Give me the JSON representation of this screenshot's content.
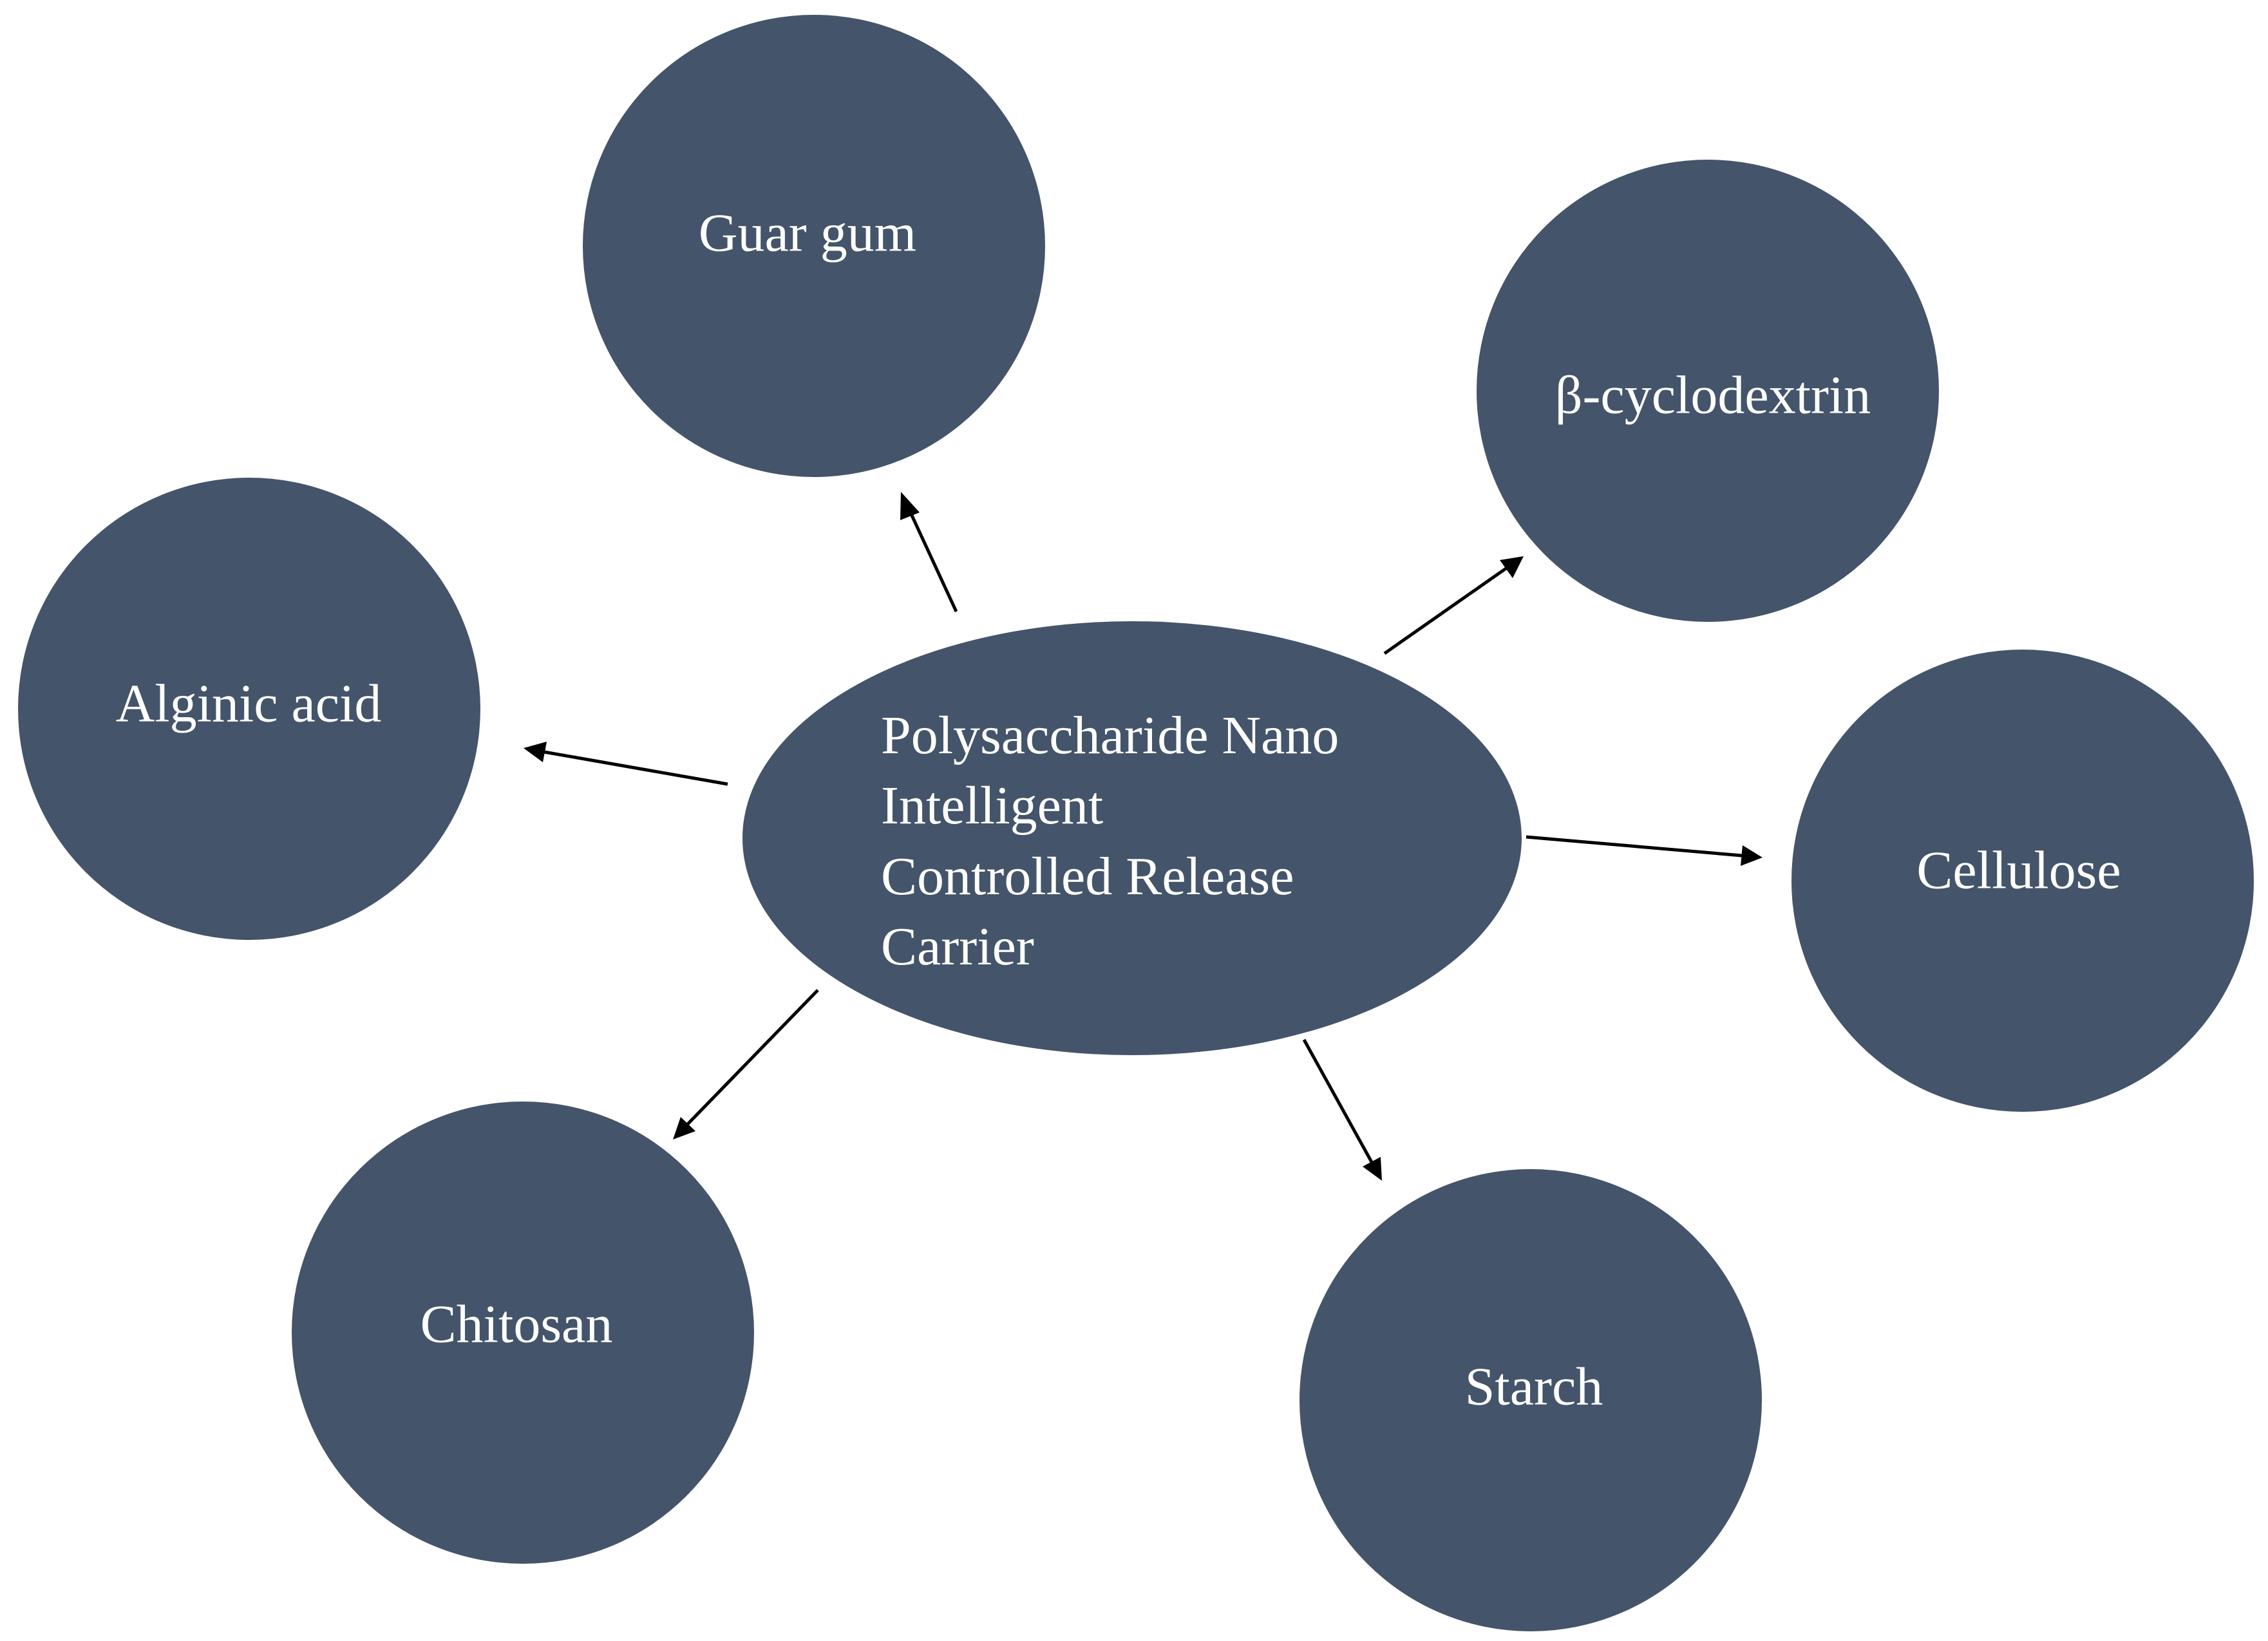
{
  "center": {
    "label_lines": [
      "Polysaccharide Nano",
      "Intelligent",
      "Controlled Release",
      "Carrier"
    ]
  },
  "nodes": [
    {
      "id": "guar-gum",
      "label": "Guar gum"
    },
    {
      "id": "beta-cyclodextrin",
      "label": "β-cyclodextrin"
    },
    {
      "id": "alginic-acid",
      "label": "Alginic acid"
    },
    {
      "id": "cellulose",
      "label": "Cellulose"
    },
    {
      "id": "chitosan",
      "label": "Chitosan"
    },
    {
      "id": "starch",
      "label": "Starch"
    }
  ],
  "colors": {
    "node_fill": "#44546a",
    "text": "#ffffff",
    "arrow": "#000000"
  }
}
